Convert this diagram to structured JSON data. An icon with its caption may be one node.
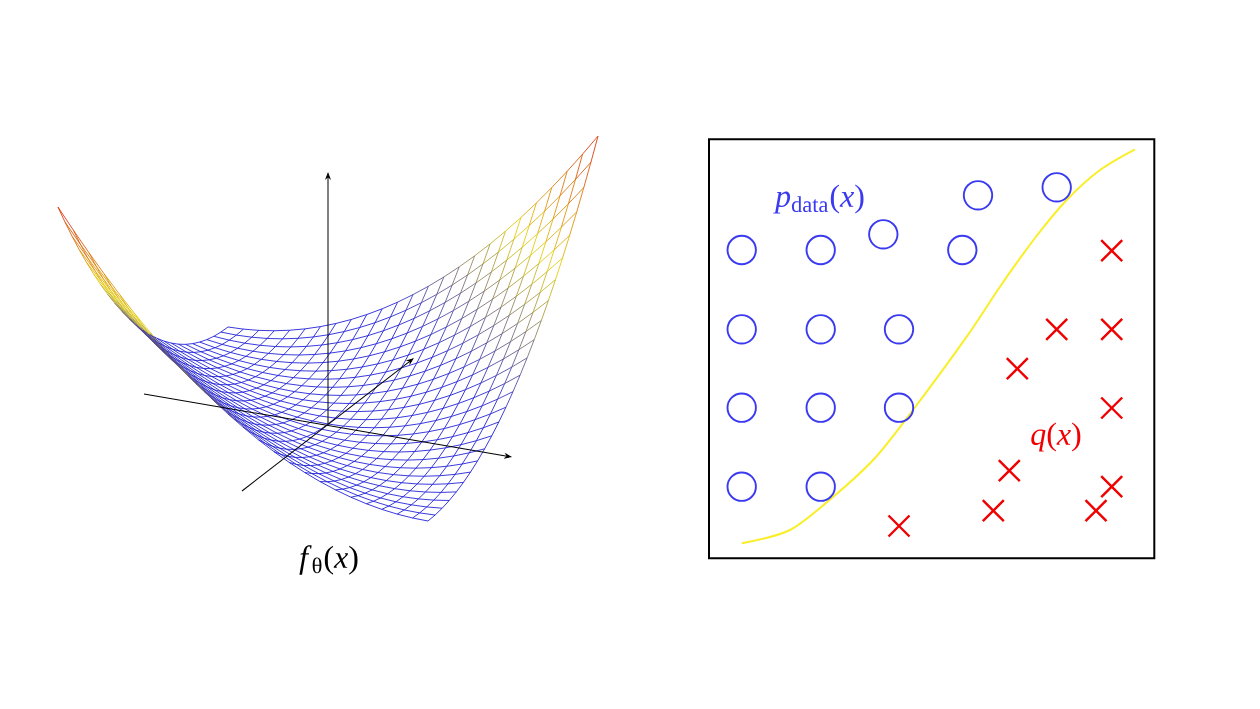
{
  "diagram": {
    "labels": [
      "*f*$_{θ}$(*x*)",
      "*p*$_{data}$(*x*)",
      "*q*(*x*)"
    ]
  }
}
